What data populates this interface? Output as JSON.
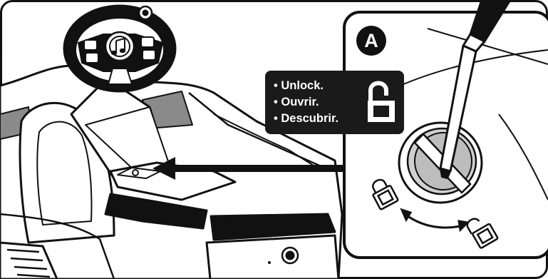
{
  "step": {
    "badge_letter": "A"
  },
  "instructions": [
    {
      "lang": "en",
      "text": "• Unlock."
    },
    {
      "lang": "fr",
      "text": "• Ouvrir."
    },
    {
      "lang": "es",
      "text": "• Descubrir."
    }
  ],
  "icons": {
    "label": "unlocked-padlock-icon",
    "locked_small": "locked-padlock-icon",
    "unlocked_small": "unlocked-padlock-icon",
    "steering_center": "music-note-icon"
  },
  "colors": {
    "ink": "#111111",
    "screen_gray": "#8a8a8a",
    "panel_fill": "#1a1a1a"
  }
}
